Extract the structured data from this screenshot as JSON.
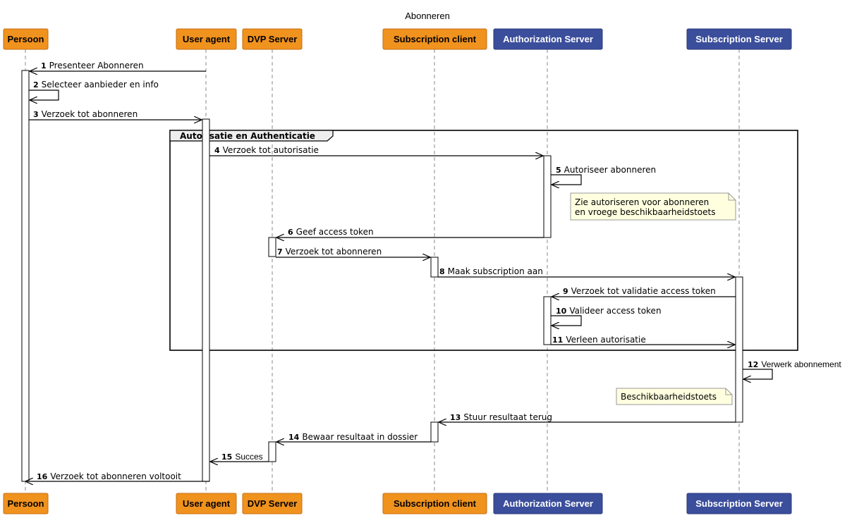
{
  "title": "Abonneren",
  "colors": {
    "orange": "#F0921E",
    "navy": "#3B4E9C",
    "note": "#FFFFE0"
  },
  "participants": [
    {
      "id": "persoon",
      "label": "Persoon",
      "style": "orange"
    },
    {
      "id": "useragent",
      "label": "User agent",
      "style": "orange"
    },
    {
      "id": "dvp",
      "label": "DVP Server",
      "style": "orange"
    },
    {
      "id": "subclient",
      "label": "Subscription client",
      "style": "orange"
    },
    {
      "id": "authserver",
      "label": "Authorization Server",
      "style": "navy"
    },
    {
      "id": "subserver",
      "label": "Subscription Server",
      "style": "navy"
    }
  ],
  "fragment": {
    "label": "Autorisatie en Authenticatie"
  },
  "messages": [
    {
      "num": "1",
      "text": "Presenteer Abonneren",
      "from": "useragent",
      "to": "persoon"
    },
    {
      "num": "2",
      "text": "Selecteer aanbieder en info",
      "from": "persoon",
      "to": "persoon"
    },
    {
      "num": "3",
      "text": "Verzoek tot abonneren",
      "from": "persoon",
      "to": "useragent"
    },
    {
      "num": "4",
      "text": "Verzoek tot autorisatie",
      "from": "useragent",
      "to": "authserver"
    },
    {
      "num": "5",
      "text": "Autoriseer abonneren",
      "from": "authserver",
      "to": "authserver"
    },
    {
      "num": "6",
      "text": "Geef access token",
      "from": "authserver",
      "to": "dvp"
    },
    {
      "num": "7",
      "text": "Verzoek tot abonneren",
      "from": "dvp",
      "to": "subclient"
    },
    {
      "num": "8",
      "text": "Maak subscription aan",
      "from": "subclient",
      "to": "subserver"
    },
    {
      "num": "9",
      "text": "Verzoek tot validatie access token",
      "from": "subserver",
      "to": "authserver"
    },
    {
      "num": "10",
      "text": "Valideer access token",
      "from": "authserver",
      "to": "authserver"
    },
    {
      "num": "11",
      "text": "Verleen autorisatie",
      "from": "authserver",
      "to": "subserver"
    },
    {
      "num": "12",
      "text": "Verwerk abonnement",
      "from": "subserver",
      "to": "subserver"
    },
    {
      "num": "13",
      "text": "Stuur resultaat terug",
      "from": "subserver",
      "to": "subclient"
    },
    {
      "num": "14",
      "text": "Bewaar resultaat in dossier",
      "from": "subclient",
      "to": "dvp"
    },
    {
      "num": "15",
      "text": "Succes",
      "from": "dvp",
      "to": "useragent"
    },
    {
      "num": "16",
      "text": "Verzoek tot abonneren voltooit",
      "from": "useragent",
      "to": "persoon"
    }
  ],
  "notes": [
    {
      "lines": [
        "Zie autoriseren voor abonneren",
        "en vroege beschikbaarheidstoets"
      ]
    },
    {
      "lines": [
        "Beschikbaarheidstoets"
      ]
    }
  ]
}
